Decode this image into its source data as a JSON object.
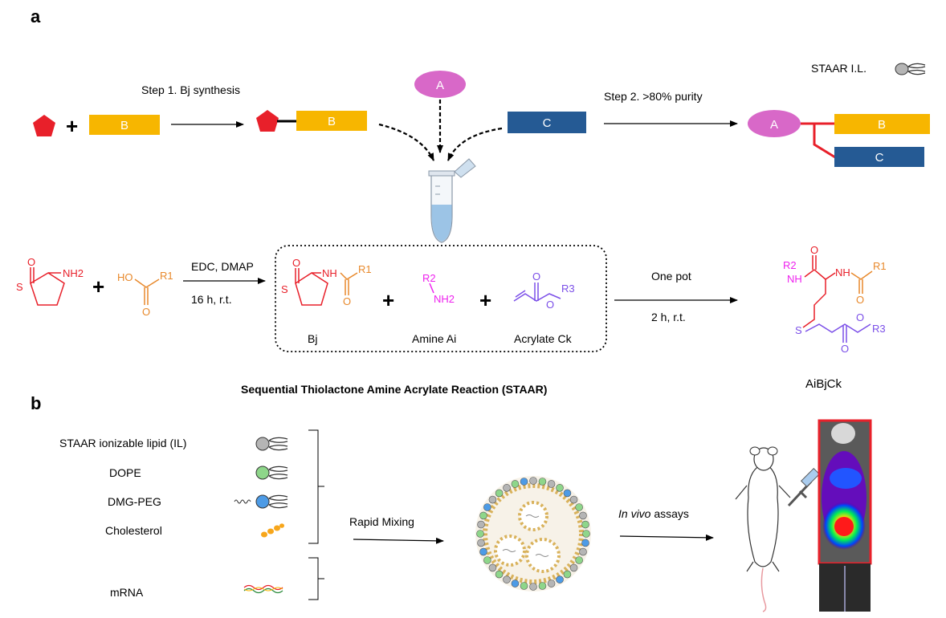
{
  "panel_a": {
    "label": "a",
    "step1": "Step 1. Bj synthesis",
    "step2": "Step 2. >80% purity",
    "block_a": "A",
    "block_b": "B",
    "block_c": "C",
    "plus": "+",
    "legend_il": "STAAR I.L.",
    "reaction": {
      "edc": "EDC, DMAP",
      "time1": "16 h, r.t.",
      "one_pot": "One pot",
      "time2": "2 h, r.t.",
      "bj": "Bj",
      "amine": "Amine Ai",
      "acrylate": "Acrylate Ck",
      "product": "AiBjCk",
      "title": "Sequential Thiolactone Amine Acrylate Reaction (STAAR)",
      "nh2": "NH2",
      "ho": "HO",
      "nh": "NH",
      "o": "O",
      "s": "S",
      "r1": "R1",
      "r2": "R2",
      "r3": "R3"
    },
    "colors": {
      "red": "#e8202a",
      "yellow": "#f7b600",
      "blue": "#255a94",
      "pink": "#d868c8",
      "orange": "#e8892c",
      "magenta": "#ee22ee",
      "purple": "#7b4fe8"
    }
  },
  "panel_b": {
    "label": "b",
    "components": [
      "STAAR ionizable lipid (IL)",
      "DOPE",
      "DMG-PEG",
      "Cholesterol"
    ],
    "mrna": "mRNA",
    "rapid_mixing": "Rapid Mixing",
    "in_vivo_italic": "In vivo",
    "assays": " assays"
  }
}
